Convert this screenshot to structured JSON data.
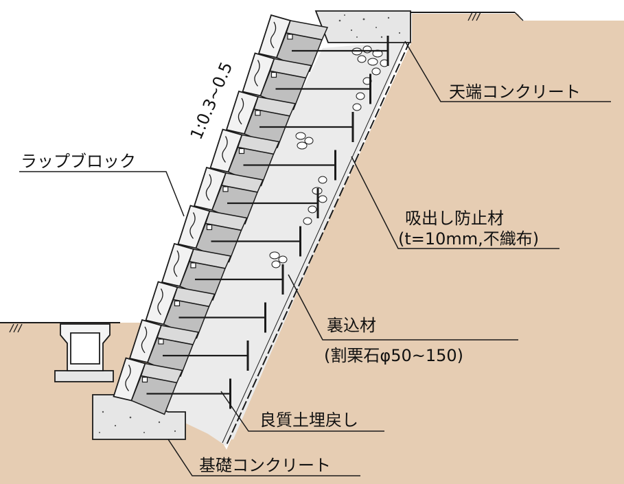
{
  "colors": {
    "soil": "#e6cdb3",
    "block_face": "#bfbfbf",
    "block_top": "#dadada",
    "backfill": "#e9e9e9",
    "concrete": "#e6e6e6",
    "stroke": "#1a1a1a"
  },
  "slope_label": "1:0.3~0.5",
  "labels": {
    "top_concrete": "天端コンクリート",
    "wrap_block": "ラップブロック",
    "anti_suction": "吸出し防止材",
    "anti_suction_spec": "(t=10mm,不織布)",
    "backfill_material": "裏込材",
    "backfill_spec": "(割栗石φ50~150)",
    "good_soil": "良質土埋戻し",
    "foundation_concrete": "基礎コンクリート"
  }
}
